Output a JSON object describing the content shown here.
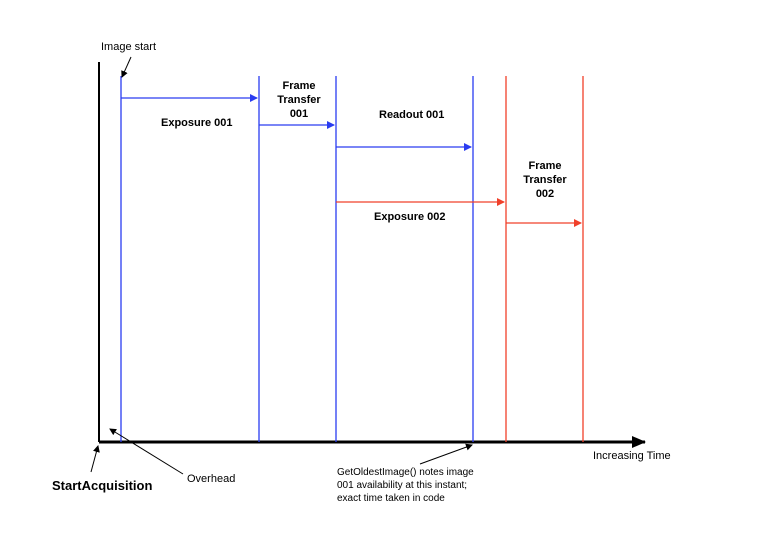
{
  "labels": {
    "image_start": "Image start",
    "exposure_001": "Exposure 001",
    "frame_transfer_001": [
      "Frame",
      "Transfer",
      "001"
    ],
    "readout_001": "Readout 001",
    "exposure_002": "Exposure 002",
    "frame_transfer_002": [
      "Frame",
      "Transfer",
      "002"
    ],
    "increasing_time": "Increasing Time",
    "start_acquisition": "StartAcquisition",
    "overhead": "Overhead",
    "get_oldest_image_note": [
      "GetOldestImage() notes image",
      "001 availability at this instant;",
      "exact time taken in code"
    ]
  },
  "colors": {
    "frame1": "#2a3cf0",
    "frame2": "#f0402a",
    "axis": "#000000"
  }
}
